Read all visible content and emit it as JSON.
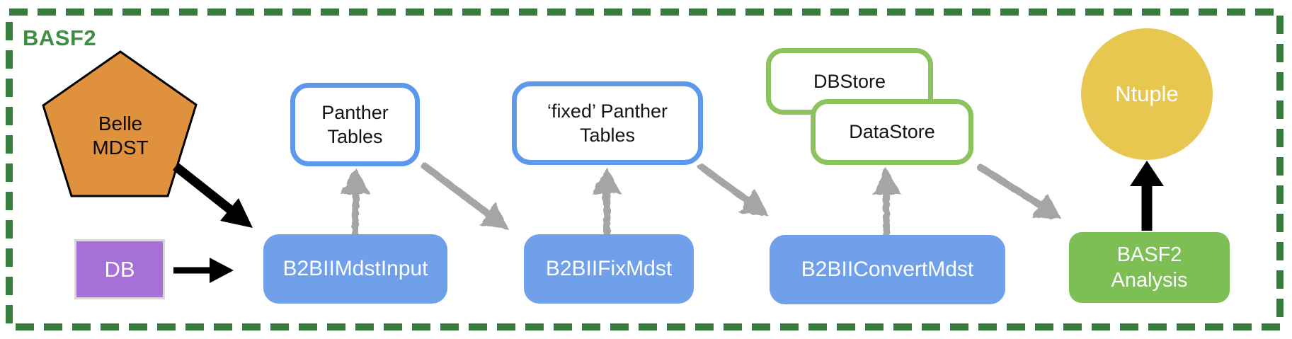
{
  "frame": {
    "label": "BASF2",
    "border_color": "#377E3C",
    "label_color": "#3E8E41"
  },
  "palette": {
    "module_blue": "#6FA0E9",
    "tables_border_blue": "#5C98EC",
    "store_border_green": "#8CC35F",
    "analysis_green": "#7DBE55",
    "ntuple_yellow": "#E8C750",
    "db_purple": "#A770D8",
    "pentagon_orange": "#DF913E",
    "sketch_arrow_gray": "#A5A5A5",
    "solid_arrow_black": "#000000"
  },
  "nodes": {
    "belle_mdst": {
      "label": "Belle\nMDST",
      "shape": "pentagon",
      "fill": "#DF913E"
    },
    "db": {
      "label": "DB",
      "shape": "rectangle",
      "fill": "#A770D8"
    },
    "b2bii_mdst_input": {
      "label": "B2BIIMdstInput",
      "shape": "rounded-rectangle",
      "fill": "#6FA0E9"
    },
    "panther_tables": {
      "label": "Panther\nTables",
      "shape": "rounded-rectangle",
      "border": "#5C98EC"
    },
    "b2bii_fix_mdst": {
      "label": "B2BIIFixMdst",
      "shape": "rounded-rectangle",
      "fill": "#6FA0E9"
    },
    "fixed_panther_tables": {
      "label": "‘fixed’ Panther\nTables",
      "shape": "rounded-rectangle",
      "border": "#5C98EC"
    },
    "db_store": {
      "label": "DBStore",
      "shape": "rounded-rectangle",
      "border": "#8CC35F"
    },
    "data_store": {
      "label": "DataStore",
      "shape": "rounded-rectangle",
      "border": "#8CC35F"
    },
    "b2bii_convert_mdst": {
      "label": "B2BIIConvertMdst",
      "shape": "rounded-rectangle",
      "fill": "#6FA0E9"
    },
    "basf2_analysis": {
      "label": "BASF2\nAnalysis",
      "shape": "rounded-rectangle",
      "fill": "#7DBE55"
    },
    "ntuple": {
      "label": "Ntuple",
      "shape": "circle",
      "fill": "#E8C750"
    }
  },
  "edges": [
    {
      "from": "belle_mdst",
      "to": "b2bii_mdst_input",
      "style": "solid-black"
    },
    {
      "from": "db",
      "to": "b2bii_mdst_input",
      "style": "solid-black"
    },
    {
      "from": "b2bii_mdst_input",
      "to": "panther_tables",
      "style": "sketch-gray"
    },
    {
      "from": "panther_tables",
      "to": "b2bii_fix_mdst",
      "style": "sketch-gray"
    },
    {
      "from": "b2bii_fix_mdst",
      "to": "fixed_panther_tables",
      "style": "sketch-gray"
    },
    {
      "from": "fixed_panther_tables",
      "to": "b2bii_convert_mdst",
      "style": "sketch-gray"
    },
    {
      "from": "b2bii_convert_mdst",
      "to": "data_store",
      "style": "sketch-gray"
    },
    {
      "from": "data_store",
      "to": "basf2_analysis",
      "style": "sketch-gray"
    },
    {
      "from": "basf2_analysis",
      "to": "ntuple",
      "style": "solid-black"
    }
  ]
}
